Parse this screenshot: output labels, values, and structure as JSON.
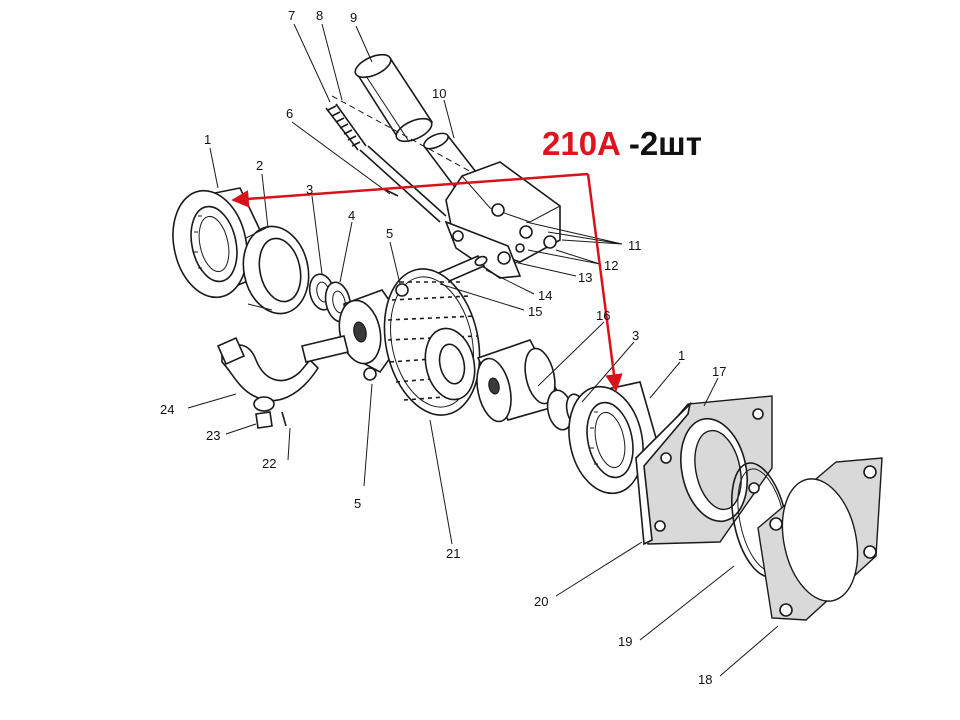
{
  "callout": {
    "code": "210A",
    "qty": " -2шт",
    "code_color": "#e0141e",
    "qty_color": "#111111",
    "arrow_color": "#d8121a"
  },
  "labels": {
    "l1a": "1",
    "l1b": "1",
    "l2": "2",
    "l3a": "3",
    "l3b": "3",
    "l4": "4",
    "l5a": "5",
    "l5b": "5",
    "l6": "6",
    "l7": "7",
    "l8": "8",
    "l9": "9",
    "l10": "10",
    "l11": "11",
    "l12": "12",
    "l13": "13",
    "l14": "14",
    "l15": "15",
    "l16": "16",
    "l17": "17",
    "l18": "18",
    "l19": "19",
    "l20": "20",
    "l21": "21",
    "l22": "22",
    "l23": "23",
    "l24": "24"
  }
}
